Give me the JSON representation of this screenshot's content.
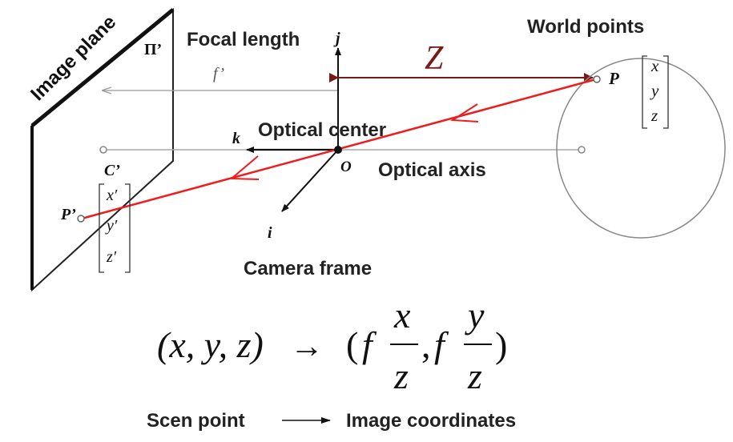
{
  "labels": {
    "image_plane": "Image plane",
    "pi_prime": "Π’",
    "focal_length": "Focal length",
    "f_prime": "f’",
    "j_axis": "j",
    "k_axis": "k",
    "i_axis": "i",
    "z_distance": "Z",
    "world_points": "World points",
    "p_point": "P",
    "optical_center": "Optical center",
    "o_point": "O",
    "optical_axis": "Optical axis",
    "c_prime": "C’",
    "p_prime": "P’",
    "camera_frame": "Camera frame"
  },
  "vectors": {
    "world": [
      "x",
      "y",
      "z"
    ],
    "image": [
      "x′",
      "y′",
      "z′"
    ]
  },
  "formula": {
    "lhs": "(x, y, z)",
    "arrow": "→",
    "open": "(",
    "f1": "f",
    "num1": "x",
    "den1": "z",
    "comma": ",",
    "f2": "f",
    "num2": "y",
    "den2": "z",
    "close": ")"
  },
  "caption": {
    "left": "Scen point",
    "right": "Image coordinates"
  },
  "colors": {
    "ray": "#ee1c1c",
    "z_arrow": "#7a1a16",
    "axis_gray": "#9a9a9a",
    "ink": "#222222"
  }
}
